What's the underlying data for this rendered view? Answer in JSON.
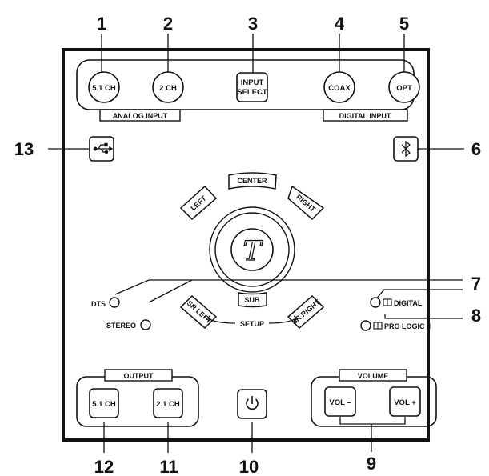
{
  "callouts": {
    "c1": "1",
    "c2": "2",
    "c3": "3",
    "c4": "4",
    "c5": "5",
    "c6": "6",
    "c7": "7",
    "c8": "8",
    "c9": "9",
    "c10": "10",
    "c11": "11",
    "c12": "12",
    "c13": "13"
  },
  "top_buttons": {
    "analog_51": "5.1 CH",
    "analog_2": "2 CH",
    "input_select_line1": "INPUT",
    "input_select_line2": "SELECT",
    "coax": "COAX",
    "opt": "OPT"
  },
  "groups": {
    "analog_input": "ANALOG INPUT",
    "digital_input": "DIGITAL INPUT",
    "output": "OUTPUT",
    "volume": "VOLUME"
  },
  "speakers": {
    "left": "LEFT",
    "center": "CENTER",
    "right": "RIGHT",
    "sub": "SUB",
    "sr_left": "SR LEFT",
    "sr_right": "SR RIGHT",
    "setup": "SETUP"
  },
  "indicators": {
    "dts": "DTS",
    "stereo": "STEREO",
    "digital": "DIGITAL",
    "pro_logic": "PRO LOGIC II"
  },
  "bottom_buttons": {
    "out_51": "5.1 CH",
    "out_21": "2.1 CH",
    "vol_minus": "VOL –",
    "vol_plus": "VOL +"
  },
  "logo_letter": "T",
  "icons": [
    "usb-icon",
    "bluetooth-icon",
    "power-icon"
  ]
}
